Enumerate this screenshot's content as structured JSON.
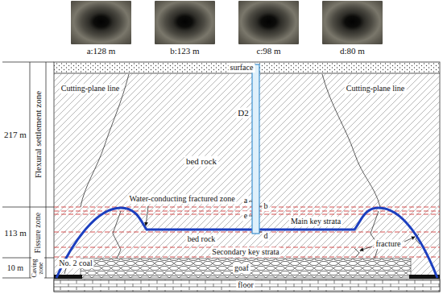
{
  "diagram": {
    "nodes": [
      {
        "text": [
          "a:128 m"
        ]
      },
      {
        "text": [
          "b:123 m"
        ]
      },
      {
        "text": [
          "c:98 m"
        ]
      },
      {
        "text": [
          "d:80 m"
        ]
      }
    ],
    "labels": [
      "surface",
      "D2",
      "Cutting-plane line",
      "Cutting-plane line",
      "Flexural settlement zone",
      "217 m",
      "bed rock",
      "Water-conducting fractured zone",
      "a",
      "b",
      "e",
      "d",
      "Main key strata",
      "113 m",
      "Fissure zone",
      "bed rock",
      "Secondary key strata",
      "fracture",
      "No. 2 coal",
      "goaf",
      "Caving zone",
      "10 m",
      "floor"
    ]
  }
}
